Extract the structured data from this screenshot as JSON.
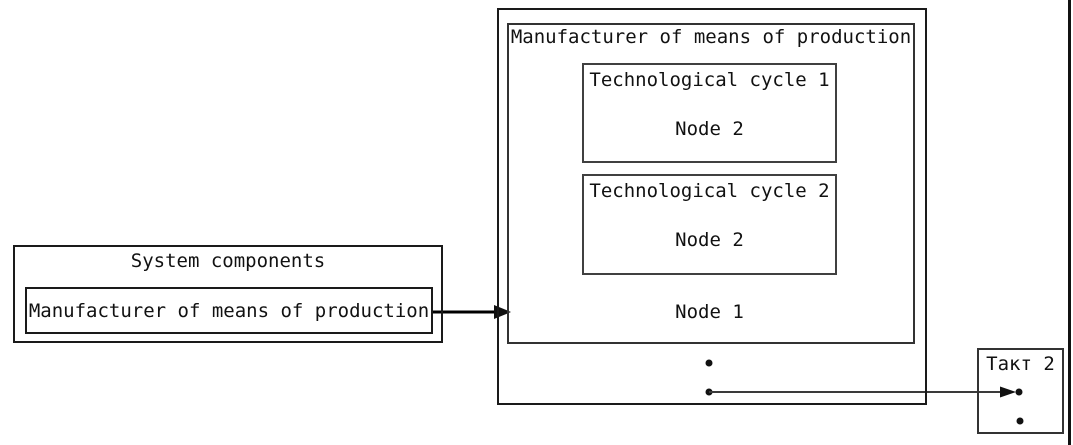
{
  "colors": {
    "background": "#ffffff",
    "border_dark": "#1a1a1a",
    "border_mid": "#333333",
    "text": "#111111",
    "line": "#000000"
  },
  "left_panel": {
    "title": "System components",
    "component_label": "Manufacturer of means of production"
  },
  "right_panel": {
    "title": "Manufacturer of means of production",
    "cycles": [
      {
        "title": "Technological cycle 1",
        "node_label": "Node 2"
      },
      {
        "title": "Technological cycle 2",
        "node_label": "Node 2"
      }
    ],
    "node_label": "Node 1"
  },
  "takt_panel": {
    "title": "Такт 2"
  },
  "decoration": {
    "ellipsis_dots_main_box": 2,
    "ellipsis_dots_takt_box": 2
  }
}
